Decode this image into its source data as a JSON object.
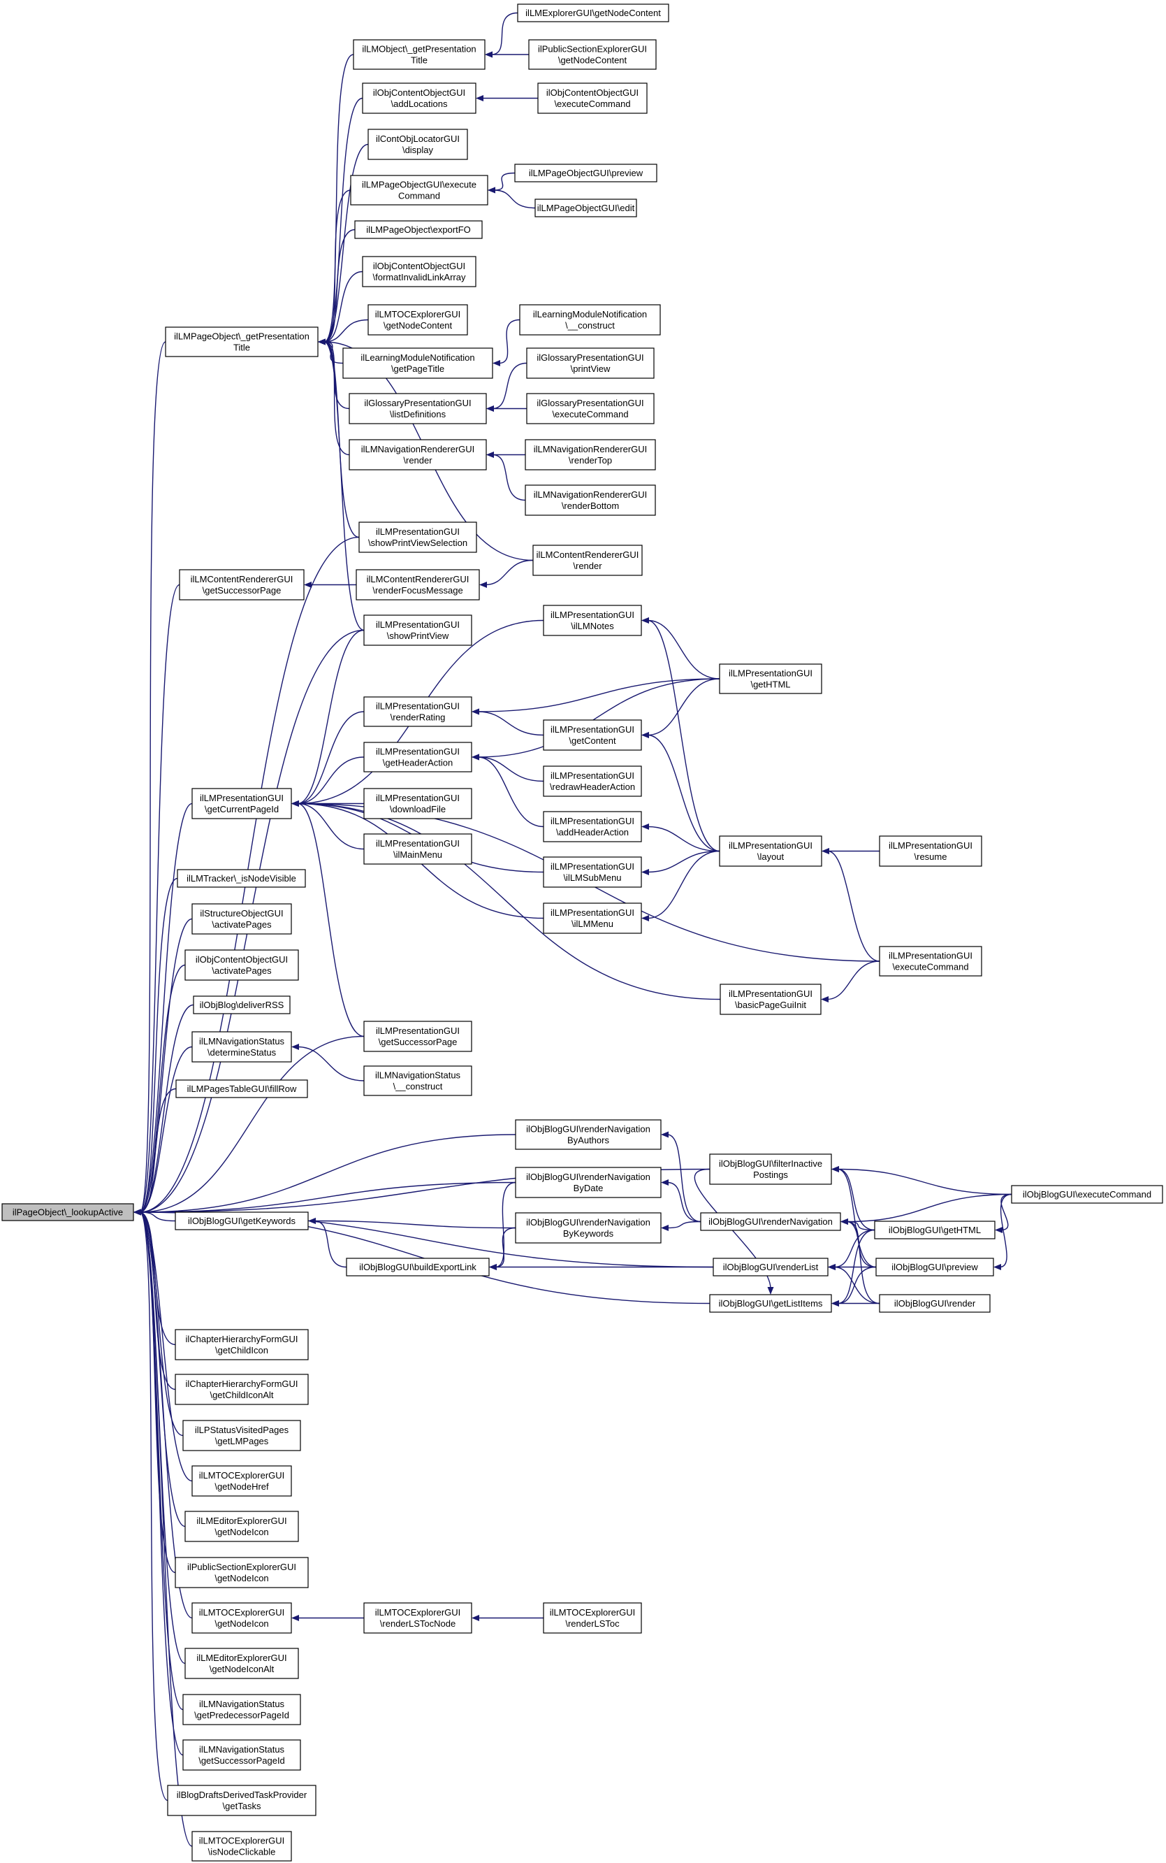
{
  "diagram": {
    "root": "n_root",
    "nodes": {
      "n_root": [
        "ilPageObject\\_lookupActive"
      ],
      "n_lmobj_gpt": [
        "ilLMObject\\_getPresentation",
        "Title"
      ],
      "n_lmexp_gnc": [
        "ilLMExplorerGUI\\getNodeContent"
      ],
      "n_pubsec_gnc": [
        "ilPublicSectionExplorerGUI",
        "\\getNodeContent"
      ],
      "n_occ_addloc": [
        "ilObjContentObjectGUI",
        "\\addLocations"
      ],
      "n_occ_exec": [
        "ilObjContentObjectGUI",
        "\\executeCommand"
      ],
      "n_col_display": [
        "ilContObjLocatorGUI",
        "\\display"
      ],
      "n_lmpog_exec": [
        "ilLMPageObjectGUI\\execute",
        "Command"
      ],
      "n_lmpog_preview": [
        "ilLMPageObjectGUI\\preview"
      ],
      "n_lmpog_edit": [
        "ilLMPageObjectGUI\\edit"
      ],
      "n_lmpo_export": [
        "ilLMPageObject\\exportFO"
      ],
      "n_occ_fila": [
        "ilObjContentObjectGUI",
        "\\formatInvalidLinkArray"
      ],
      "n_lmpo_gpt": [
        "ilLMPageObject\\_getPresentation",
        "Title"
      ],
      "n_toc_gnc": [
        "ilLMTOCExplorerGUI",
        "\\getNodeContent"
      ],
      "n_lmn_gpt": [
        "ilLearningModuleNotification",
        "\\getPageTitle"
      ],
      "n_lmn_construct": [
        "ilLearningModuleNotification",
        "\\__construct"
      ],
      "n_gpg_listdef": [
        "ilGlossaryPresentationGUI",
        "\\listDefinitions"
      ],
      "n_gpg_print": [
        "ilGlossaryPresentationGUI",
        "\\printView"
      ],
      "n_gpg_exec": [
        "ilGlossaryPresentationGUI",
        "\\executeCommand"
      ],
      "n_nrg_render": [
        "ilLMNavigationRendererGUI",
        "\\render"
      ],
      "n_nrg_top": [
        "ilLMNavigationRendererGUI",
        "\\renderTop"
      ],
      "n_nrg_bottom": [
        "ilLMNavigationRendererGUI",
        "\\renderBottom"
      ],
      "n_lmpg_spvs": [
        "ilLMPresentationGUI",
        "\\showPrintViewSelection"
      ],
      "n_crg_render": [
        "ilLMContentRendererGUI",
        "\\render"
      ],
      "n_crg_gsp": [
        "ilLMContentRendererGUI",
        "\\getSuccessorPage"
      ],
      "n_crg_rfm": [
        "ilLMContentRendererGUI",
        "\\renderFocusMessage"
      ],
      "n_lmpg_spv": [
        "ilLMPresentationGUI",
        "\\showPrintView"
      ],
      "n_lmpg_notes": [
        "ilLMPresentationGUI",
        "\\ilLMNotes"
      ],
      "n_lmpg_gethtml": [
        "ilLMPresentationGUI",
        "\\getHTML"
      ],
      "n_lmpg_rating": [
        "ilLMPresentationGUI",
        "\\renderRating"
      ],
      "n_lmpg_getcontent": [
        "ilLMPresentationGUI",
        "\\getContent"
      ],
      "n_lmpg_gha": [
        "ilLMPresentationGUI",
        "\\getHeaderAction"
      ],
      "n_lmpg_gcpi": [
        "ilLMPresentationGUI",
        "\\getCurrentPageId"
      ],
      "n_lmpg_rha": [
        "ilLMPresentationGUI",
        "\\redrawHeaderAction"
      ],
      "n_lmpg_dl": [
        "ilLMPresentationGUI",
        "\\downloadFile"
      ],
      "n_lmpg_aha": [
        "ilLMPresentationGUI",
        "\\addHeaderAction"
      ],
      "n_lmpg_layout": [
        "ilLMPresentationGUI",
        "\\layout"
      ],
      "n_lmpg_resume": [
        "ilLMPresentationGUI",
        "\\resume"
      ],
      "n_lmpg_mainmenu": [
        "ilLMPresentationGUI",
        "\\ilMainMenu"
      ],
      "n_lmtracker": [
        "ilLMTracker\\_isNodeVisible"
      ],
      "n_lmpg_submenu": [
        "ilLMPresentationGUI",
        "\\ilLMSubMenu"
      ],
      "n_sog_activate": [
        "ilStructureObjectGUI",
        "\\activatePages"
      ],
      "n_lmpg_menu": [
        "ilLMPresentationGUI",
        "\\ilLMMenu"
      ],
      "n_occ_activate": [
        "ilObjContentObjectGUI",
        "\\activatePages"
      ],
      "n_lmpg_exec": [
        "ilLMPresentationGUI",
        "\\executeCommand"
      ],
      "n_lmpg_bpgi": [
        "ilLMPresentationGUI",
        "\\basicPageGuiInit"
      ],
      "n_blog_rss": [
        "ilObjBlog\\deliverRSS"
      ],
      "n_lmpg_gsp": [
        "ilLMPresentationGUI",
        "\\getSuccessorPage"
      ],
      "n_nav_det": [
        "ilLMNavigationStatus",
        "\\determineStatus"
      ],
      "n_nav_construct": [
        "ilLMNavigationStatus",
        "\\__construct"
      ],
      "n_ptg_fillrow": [
        "ilLMPagesTableGUI\\fillRow"
      ],
      "n_obg_rnba": [
        "ilObjBlogGUI\\renderNavigation",
        "ByAuthors"
      ],
      "n_obg_fip": [
        "ilObjBlogGUI\\filterInactive",
        "Postings"
      ],
      "n_obg_rnbd": [
        "ilObjBlogGUI\\renderNavigation",
        "ByDate"
      ],
      "n_obg_exec": [
        "ilObjBlogGUI\\executeCommand"
      ],
      "n_obg_getkw": [
        "ilObjBlogGUI\\getKeywords"
      ],
      "n_obg_rnbk": [
        "ilObjBlogGUI\\renderNavigation",
        "ByKeywords"
      ],
      "n_obg_rn": [
        "ilObjBlogGUI\\renderNavigation"
      ],
      "n_obg_gethtml": [
        "ilObjBlogGUI\\getHTML"
      ],
      "n_obg_bel": [
        "ilObjBlogGUI\\buildExportLink"
      ],
      "n_obg_rl": [
        "ilObjBlogGUI\\renderList"
      ],
      "n_obg_preview": [
        "ilObjBlogGUI\\preview"
      ],
      "n_obg_gli": [
        "ilObjBlogGUI\\getListItems"
      ],
      "n_obg_render": [
        "ilObjBlogGUI\\render"
      ],
      "n_chf_gci": [
        "ilChapterHierarchyFormGUI",
        "\\getChildIcon"
      ],
      "n_chf_gcia": [
        "ilChapterHierarchyFormGUI",
        "\\getChildIconAlt"
      ],
      "n_lps_glp": [
        "ilLPStatusVisitedPages",
        "\\getLMPages"
      ],
      "n_toc_gnh": [
        "ilLMTOCExplorerGUI",
        "\\getNodeHref"
      ],
      "n_edx_gni": [
        "ilLMEditorExplorerGUI",
        "\\getNodeIcon"
      ],
      "n_pub_gni": [
        "ilPublicSectionExplorerGUI",
        "\\getNodeIcon"
      ],
      "n_toc_gni": [
        "ilLMTOCExplorerGUI",
        "\\getNodeIcon"
      ],
      "n_toc_rlstn": [
        "ilLMTOCExplorerGUI",
        "\\renderLSTocNode"
      ],
      "n_toc_rlst": [
        "ilLMTOCExplorerGUI",
        "\\renderLSToc"
      ],
      "n_edx_gnia": [
        "ilLMEditorExplorerGUI",
        "\\getNodeIconAlt"
      ],
      "n_nav_gpp": [
        "ilLMNavigationStatus",
        "\\getPredecessorPageId"
      ],
      "n_nav_gsp": [
        "ilLMNavigationStatus",
        "\\getSuccessorPageId"
      ],
      "n_bdp_gt": [
        "ilBlogDraftsDerivedTaskProvider",
        "\\getTasks"
      ],
      "n_toc_inc": [
        "ilLMTOCExplorerGUI",
        "\\isNodeClickable"
      ]
    },
    "edges": [
      [
        "n_lmobj_gpt",
        "n_lmexp_gnc"
      ],
      [
        "n_lmobj_gpt",
        "n_pubsec_gnc"
      ],
      [
        "n_occ_addloc",
        "n_occ_exec"
      ],
      [
        "n_lmpog_exec",
        "n_lmpog_preview"
      ],
      [
        "n_lmpog_exec",
        "n_lmpog_edit"
      ],
      [
        "n_lmpo_gpt",
        "n_lmobj_gpt"
      ],
      [
        "n_lmpo_gpt",
        "n_occ_addloc"
      ],
      [
        "n_lmpo_gpt",
        "n_col_display"
      ],
      [
        "n_lmpo_gpt",
        "n_lmpog_exec"
      ],
      [
        "n_lmpo_gpt",
        "n_lmpo_export"
      ],
      [
        "n_lmpo_gpt",
        "n_occ_fila"
      ],
      [
        "n_lmpo_gpt",
        "n_toc_gnc"
      ],
      [
        "n_lmpo_gpt",
        "n_lmn_gpt"
      ],
      [
        "n_lmpo_gpt",
        "n_gpg_listdef"
      ],
      [
        "n_lmpo_gpt",
        "n_nrg_render"
      ],
      [
        "n_lmpo_gpt",
        "n_lmpg_spvs"
      ],
      [
        "n_lmpo_gpt",
        "n_crg_render"
      ],
      [
        "n_lmpo_gpt",
        "n_lmpg_spv"
      ],
      [
        "n_lmn_gpt",
        "n_lmn_construct"
      ],
      [
        "n_gpg_listdef",
        "n_gpg_print"
      ],
      [
        "n_gpg_listdef",
        "n_gpg_exec"
      ],
      [
        "n_nrg_render",
        "n_nrg_top"
      ],
      [
        "n_nrg_render",
        "n_nrg_bottom"
      ],
      [
        "n_crg_gsp",
        "n_crg_rfm"
      ],
      [
        "n_crg_rfm",
        "n_crg_render"
      ],
      [
        "n_lmpg_notes",
        "n_lmpg_gethtml"
      ],
      [
        "n_lmpg_notes",
        "n_lmpg_layout"
      ],
      [
        "n_lmpg_rating",
        "n_lmpg_gethtml"
      ],
      [
        "n_lmpg_rating",
        "n_lmpg_getcontent"
      ],
      [
        "n_lmpg_getcontent",
        "n_lmpg_gethtml"
      ],
      [
        "n_lmpg_getcontent",
        "n_lmpg_layout"
      ],
      [
        "n_lmpg_gha",
        "n_lmpg_gethtml"
      ],
      [
        "n_lmpg_gha",
        "n_lmpg_rha"
      ],
      [
        "n_lmpg_gha",
        "n_lmpg_aha"
      ],
      [
        "n_lmpg_aha",
        "n_lmpg_layout"
      ],
      [
        "n_lmpg_layout",
        "n_lmpg_resume"
      ],
      [
        "n_lmpg_layout",
        "n_lmpg_exec"
      ],
      [
        "n_lmpg_submenu",
        "n_lmpg_layout"
      ],
      [
        "n_lmpg_menu",
        "n_lmpg_layout"
      ],
      [
        "n_lmpg_bpgi",
        "n_lmpg_exec"
      ],
      [
        "n_lmpg_gcpi",
        "n_lmpg_spv"
      ],
      [
        "n_lmpg_gcpi",
        "n_lmpg_notes"
      ],
      [
        "n_lmpg_gcpi",
        "n_lmpg_rating"
      ],
      [
        "n_lmpg_gcpi",
        "n_lmpg_gha"
      ],
      [
        "n_lmpg_gcpi",
        "n_lmpg_dl"
      ],
      [
        "n_lmpg_gcpi",
        "n_lmpg_mainmenu"
      ],
      [
        "n_lmpg_gcpi",
        "n_lmpg_submenu"
      ],
      [
        "n_lmpg_gcpi",
        "n_lmpg_menu"
      ],
      [
        "n_lmpg_gcpi",
        "n_lmpg_exec"
      ],
      [
        "n_lmpg_gcpi",
        "n_lmpg_bpgi"
      ],
      [
        "n_lmpg_gcpi",
        "n_lmpg_gsp"
      ],
      [
        "n_nav_det",
        "n_nav_construct"
      ],
      [
        "n_obg_rnba",
        "n_obg_rn"
      ],
      [
        "n_obg_rnbd",
        "n_obg_rn"
      ],
      [
        "n_obg_rnbk",
        "n_obg_rn"
      ],
      [
        "n_obg_rn",
        "n_obg_exec"
      ],
      [
        "n_obg_rn",
        "n_obg_gethtml"
      ],
      [
        "n_obg_rn",
        "n_obg_preview"
      ],
      [
        "n_obg_rn",
        "n_obg_render"
      ],
      [
        "n_obg_fip",
        "n_obg_exec"
      ],
      [
        "n_obg_fip",
        "n_obg_gethtml"
      ],
      [
        "n_obg_fip",
        "n_obg_preview"
      ],
      [
        "n_obg_gethtml",
        "n_obg_exec"
      ],
      [
        "n_obg_preview",
        "n_obg_exec"
      ],
      [
        "n_obg_rl",
        "n_obg_gethtml"
      ],
      [
        "n_obg_rl",
        "n_obg_preview"
      ],
      [
        "n_obg_rl",
        "n_obg_render"
      ],
      [
        "n_obg_gli",
        "n_obg_fip"
      ],
      [
        "n_obg_gli",
        "n_obg_gethtml"
      ],
      [
        "n_obg_gli",
        "n_obg_preview"
      ],
      [
        "n_obg_gli",
        "n_obg_render"
      ],
      [
        "n_obg_getkw",
        "n_obg_rnbk"
      ],
      [
        "n_obg_getkw",
        "n_obg_bel"
      ],
      [
        "n_obg_bel",
        "n_obg_rnbd"
      ],
      [
        "n_obg_bel",
        "n_obg_rnbk"
      ],
      [
        "n_obg_bel",
        "n_obg_rl"
      ],
      [
        "n_toc_gni",
        "n_toc_rlstn"
      ],
      [
        "n_toc_rlstn",
        "n_toc_rlst"
      ],
      [
        "n_root",
        "n_lmpo_gpt"
      ],
      [
        "n_root",
        "n_lmpg_spvs"
      ],
      [
        "n_root",
        "n_crg_gsp"
      ],
      [
        "n_root",
        "n_lmpg_spv"
      ],
      [
        "n_root",
        "n_lmpg_gcpi"
      ],
      [
        "n_root",
        "n_lmpg_gsp"
      ],
      [
        "n_root",
        "n_lmtracker"
      ],
      [
        "n_root",
        "n_sog_activate"
      ],
      [
        "n_root",
        "n_occ_activate"
      ],
      [
        "n_root",
        "n_blog_rss"
      ],
      [
        "n_root",
        "n_nav_det"
      ],
      [
        "n_root",
        "n_ptg_fillrow"
      ],
      [
        "n_root",
        "n_obg_rnba"
      ],
      [
        "n_root",
        "n_obg_fip"
      ],
      [
        "n_root",
        "n_obg_rnbd"
      ],
      [
        "n_root",
        "n_obg_getkw"
      ],
      [
        "n_root",
        "n_obg_rl"
      ],
      [
        "n_root",
        "n_obg_gli"
      ],
      [
        "n_root",
        "n_chf_gci"
      ],
      [
        "n_root",
        "n_chf_gcia"
      ],
      [
        "n_root",
        "n_lps_glp"
      ],
      [
        "n_root",
        "n_toc_gnh"
      ],
      [
        "n_root",
        "n_edx_gni"
      ],
      [
        "n_root",
        "n_pub_gni"
      ],
      [
        "n_root",
        "n_toc_gni"
      ],
      [
        "n_root",
        "n_edx_gnia"
      ],
      [
        "n_root",
        "n_nav_gpp"
      ],
      [
        "n_root",
        "n_nav_gsp"
      ],
      [
        "n_root",
        "n_bdp_gt"
      ],
      [
        "n_root",
        "n_toc_inc"
      ]
    ]
  }
}
